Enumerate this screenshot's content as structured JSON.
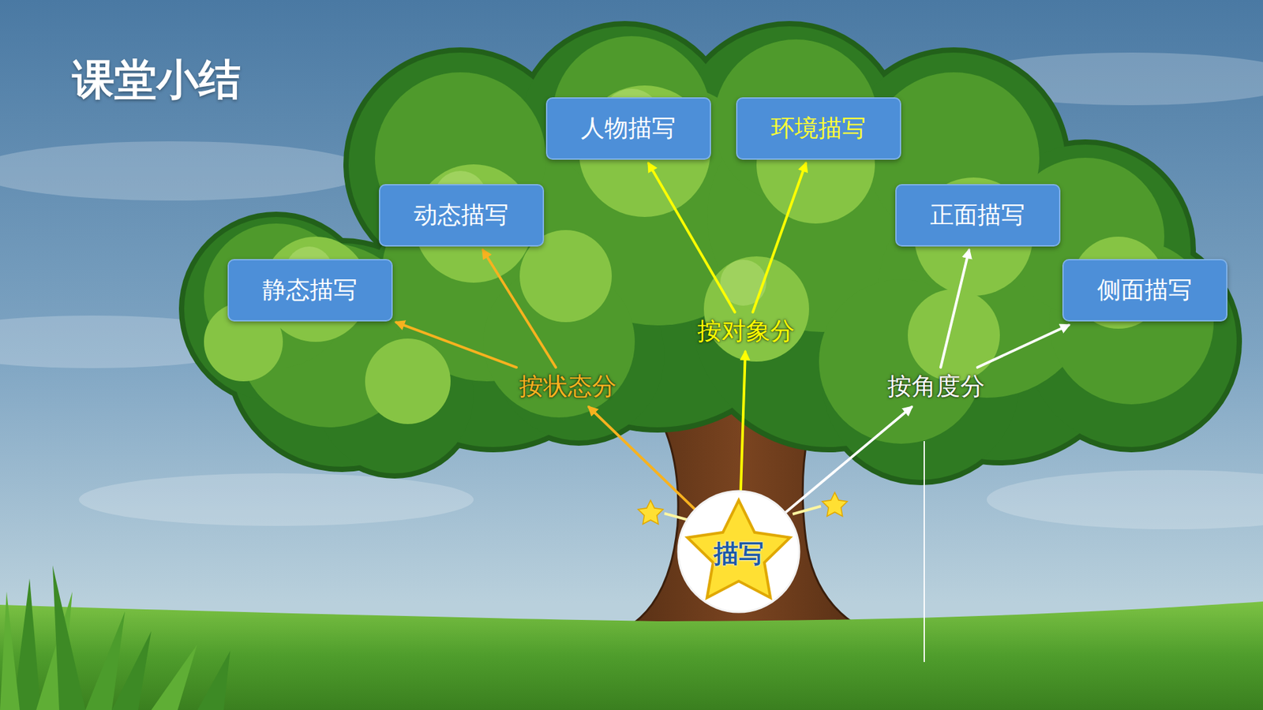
{
  "diagram": {
    "title": "课堂小结",
    "nodes": [
      {
        "text": [
          "人物描写"
        ]
      },
      {
        "text": [
          "环境描写"
        ]
      },
      {
        "text": [
          "动态描写"
        ]
      },
      {
        "text": [
          "正面描写"
        ]
      },
      {
        "text": [
          "静态描写"
        ]
      },
      {
        "text": [
          "侧面描写"
        ]
      },
      {
        "text": [
          "按对象分"
        ]
      },
      {
        "text": [
          "按状态分"
        ]
      },
      {
        "text": [
          "按角度分"
        ]
      },
      {
        "text": [
          "描写"
        ]
      }
    ],
    "edges": [
      {
        "from": 9,
        "to": 7,
        "arrow": "to"
      },
      {
        "from": 9,
        "to": 6,
        "arrow": "to"
      },
      {
        "from": 9,
        "to": 8,
        "arrow": "to"
      },
      {
        "from": 7,
        "to": 4,
        "arrow": "to"
      },
      {
        "from": 7,
        "to": 2,
        "arrow": "to"
      },
      {
        "from": 6,
        "to": 0,
        "arrow": "to"
      },
      {
        "from": 6,
        "to": 1,
        "arrow": "to"
      },
      {
        "from": 8,
        "to": 3,
        "arrow": "to"
      },
      {
        "from": 8,
        "to": 5,
        "arrow": "to"
      }
    ]
  }
}
